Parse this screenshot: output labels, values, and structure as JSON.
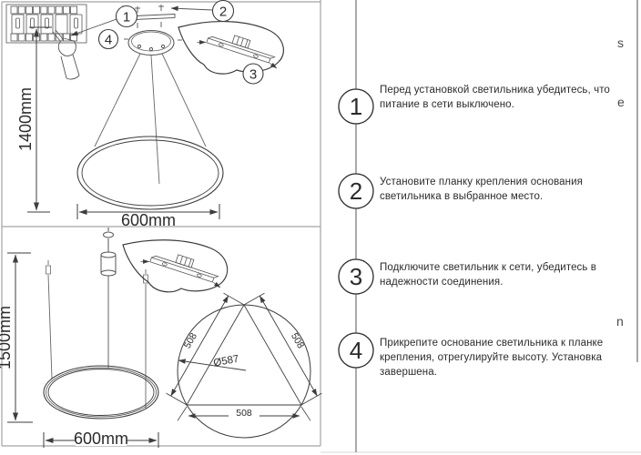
{
  "colors": {
    "ink": "#3d3d3d",
    "frame": "#9e9e9e",
    "text": "#2b2b2b"
  },
  "drawings": {
    "top": {
      "height_label": "1400mm",
      "width_label": "600mm",
      "callouts": {
        "c1": "1",
        "c2": "2",
        "c3": "3",
        "c4": "4"
      }
    },
    "bottom": {
      "height_label": "1500mm",
      "width_label": "600mm",
      "mount_circle": {
        "side_top_left": "508",
        "side_top_right": "508",
        "side_bottom": "508",
        "diameter": "Ø587"
      }
    }
  },
  "instructions": {
    "steps": [
      {
        "number": "1",
        "text": "Перед установкой светильника убедитесь, что питание в сети выключено."
      },
      {
        "number": "2",
        "text": "Установите планку крепления основания светильника в выбранное место."
      },
      {
        "number": "3",
        "text": "Подключите светильник к сети, убедитесь в надежности соединения."
      },
      {
        "number": "4",
        "text": "Прикрепите основание светильника к планке крепления, отрегулируйте высоту. Установка завершена."
      }
    ]
  },
  "edge_artifacts": {
    "s": "s",
    "e": "e",
    "n": "n"
  }
}
